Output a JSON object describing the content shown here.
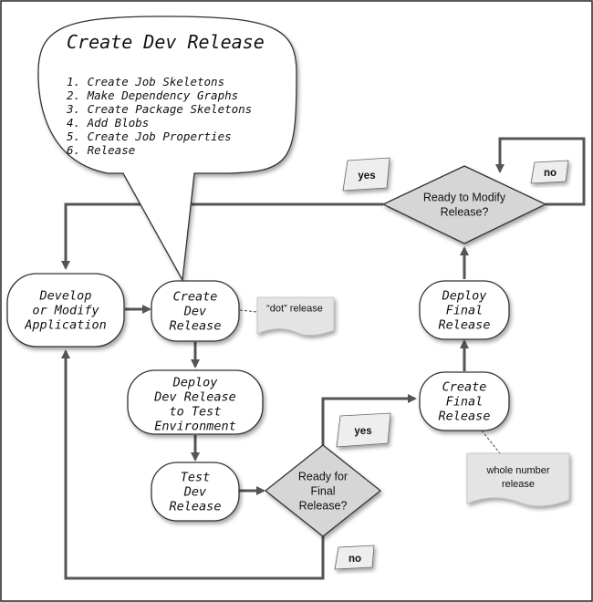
{
  "bubble": {
    "title": "Create Dev Release",
    "steps": [
      "1. Create Job Skeletons",
      "2. Make Dependency Graphs",
      "3. Create Package Skeletons",
      "4. Add Blobs",
      "5. Create Job Properties",
      "6. Release"
    ]
  },
  "nodes": {
    "develop": [
      "Develop",
      "or Modify",
      "Application"
    ],
    "create_dev": [
      "Create",
      "Dev",
      "Release"
    ],
    "deploy_dev": [
      "Deploy",
      "Dev Release",
      "to Test",
      "Environment"
    ],
    "test_dev": [
      "Test",
      "Dev",
      "Release"
    ],
    "create_final": [
      "Create",
      "Final",
      "Release"
    ],
    "deploy_final": [
      "Deploy",
      "Final",
      "Release"
    ]
  },
  "decisions": {
    "ready_final": [
      "Ready for",
      "Final",
      "Release?"
    ],
    "ready_modify": [
      "Ready to Modify",
      "Release?"
    ]
  },
  "notes": {
    "dot_release": [
      "“dot” release"
    ],
    "whole_number": [
      "whole number",
      "release"
    ]
  },
  "tags": {
    "yes_top": "yes",
    "no_top": "no",
    "yes_bottom": "yes",
    "no_bottom": "no"
  },
  "colors": {
    "line": "#555555",
    "diamond_fill": "#d6d6d6",
    "note_fill": "#e4e4e4",
    "tag_fill": "#eeeeee"
  }
}
